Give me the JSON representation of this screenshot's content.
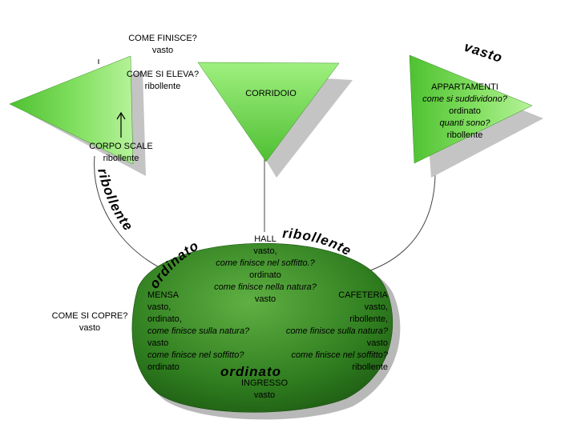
{
  "stair": {
    "q1": "COME FINISCE?",
    "a1": "vasto",
    "q2": "COME SI ELEVA?",
    "a2": "ribollente",
    "title": "CORPO SCALE",
    "value": "ribollente"
  },
  "corridor": {
    "title": "CORRIDOIO"
  },
  "apartments": {
    "tag": "vasto",
    "title": "APPARTAMENTI",
    "q1": "come si suddividono?",
    "a1": "ordinato",
    "q2": "quanti sono?",
    "a2": "ribollente"
  },
  "left_note": {
    "q": "COME SI COPRE?",
    "a": "vasto"
  },
  "arc_words": {
    "left_connector": "ribollente",
    "dome_left": "ordinato",
    "dome_right": "ribollente",
    "dome_bottom": "ordinato"
  },
  "hall": {
    "title": "HALL",
    "v1": "vasto,",
    "q1": "come finisce nel soffitto.?",
    "v2": "ordinato",
    "q2": "come  finisce  nella natura?",
    "v3": "vasto"
  },
  "mensa": {
    "title": "MENSA",
    "v1": "vasto,",
    "v2": "ordinato,",
    "q1": "come finisce sulla natura?",
    "v3": "vasto",
    "q2": "come  finisce  nel soffitto?",
    "v4": "ordinato"
  },
  "cafeteria": {
    "title": "CAFETERIA",
    "v1": "vasto,",
    "v2": "ribollente,",
    "q1": "come finisce sulla natura?",
    "v3": "vasto",
    "q2": "come  finisce  nel soffitto?",
    "v4": "ribollente"
  },
  "ingresso": {
    "title": "INGRESSO",
    "value": "vasto"
  },
  "colors": {
    "triangle_light": "#7ee060",
    "triangle_dark": "#3da62b",
    "dome_light": "#3f9a2c",
    "dome_dark": "#1d5c12",
    "shadow": "#bdbdbd",
    "line": "#444444"
  }
}
